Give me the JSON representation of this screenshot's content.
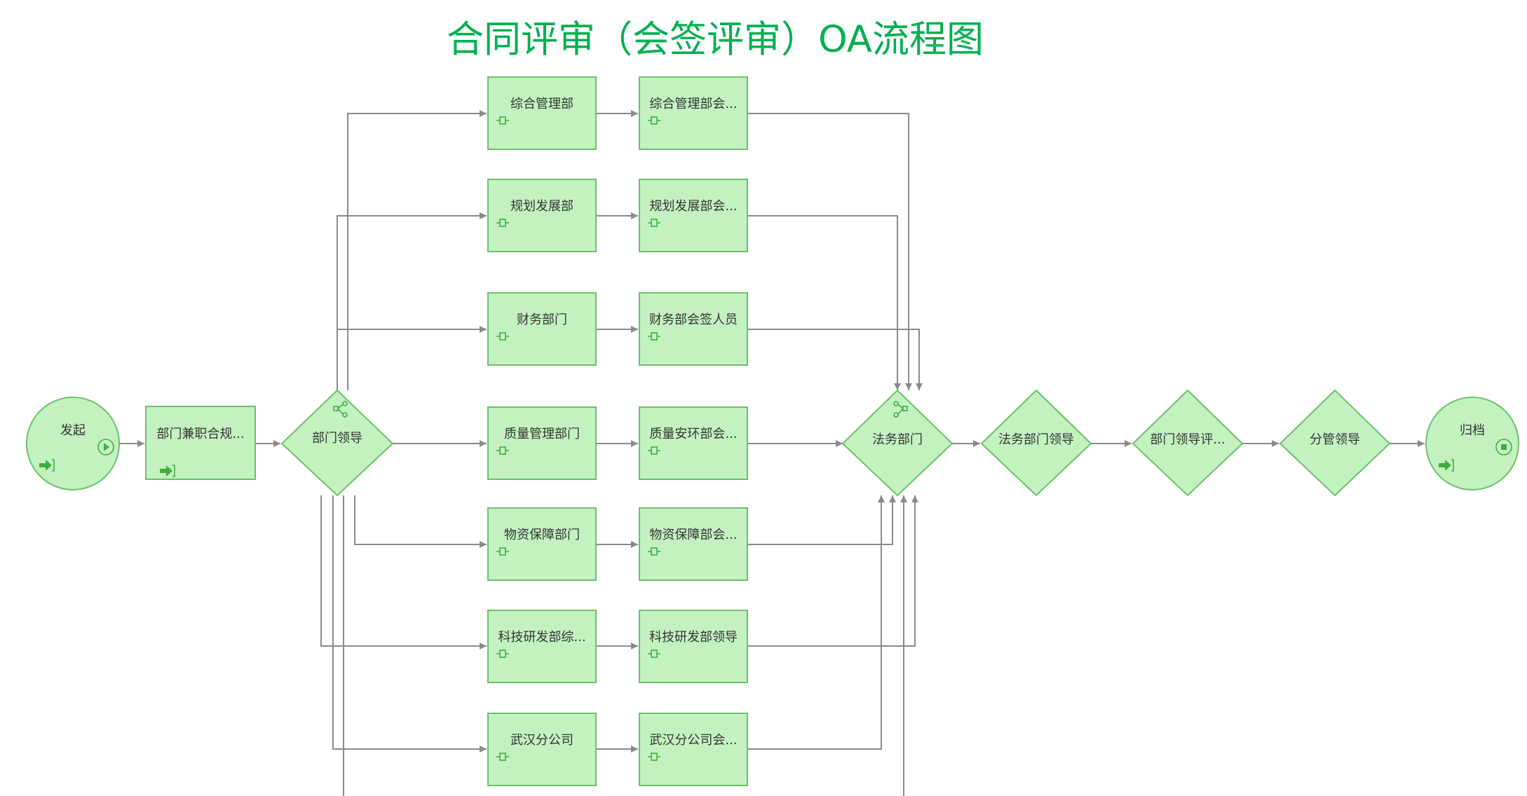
{
  "title": "合同评审（会签评审）OA流程图",
  "colors": {
    "title": "#00b050",
    "node_fill": "#c3f2c0",
    "node_stroke": "#6cc06a",
    "edge": "#8a8a8a",
    "icon": "#3fae3f"
  },
  "nodes": [
    {
      "id": "start",
      "type": "circle",
      "label": "发起",
      "icons": [
        "enter-icon",
        "play-icon"
      ]
    },
    {
      "id": "dept_combo",
      "type": "rect",
      "label": "部门兼职合规...",
      "icons": [
        "enter-icon"
      ]
    },
    {
      "id": "dept_leader",
      "type": "diamond",
      "label": "部门领导",
      "icons": [
        "branch-icon"
      ]
    },
    {
      "id": "zh_mgmt",
      "type": "rect",
      "label": "综合管理部",
      "icons": [
        "subprocess-icon"
      ]
    },
    {
      "id": "zh_mgmt_sign",
      "type": "rect",
      "label": "综合管理部会...",
      "icons": [
        "subprocess-icon"
      ]
    },
    {
      "id": "plan",
      "type": "rect",
      "label": "规划发展部",
      "icons": [
        "subprocess-icon"
      ]
    },
    {
      "id": "plan_sign",
      "type": "rect",
      "label": "规划发展部会...",
      "icons": [
        "subprocess-icon"
      ]
    },
    {
      "id": "fin",
      "type": "rect",
      "label": "财务部门",
      "icons": [
        "subprocess-icon"
      ]
    },
    {
      "id": "fin_sign",
      "type": "rect",
      "label": "财务部会签人员",
      "icons": [
        "subprocess-icon"
      ]
    },
    {
      "id": "qual",
      "type": "rect",
      "label": "质量管理部门",
      "icons": [
        "subprocess-icon"
      ]
    },
    {
      "id": "qual_sign",
      "type": "rect",
      "label": "质量安环部会...",
      "icons": [
        "subprocess-icon"
      ]
    },
    {
      "id": "mat",
      "type": "rect",
      "label": "物资保障部门",
      "icons": [
        "subprocess-icon"
      ]
    },
    {
      "id": "mat_sign",
      "type": "rect",
      "label": "物资保障部会...",
      "icons": [
        "subprocess-icon"
      ]
    },
    {
      "id": "tech",
      "type": "rect",
      "label": "科技研发部综...",
      "icons": [
        "subprocess-icon"
      ]
    },
    {
      "id": "tech_lead",
      "type": "rect",
      "label": "科技研发部领导",
      "icons": [
        "subprocess-icon"
      ]
    },
    {
      "id": "wuhan",
      "type": "rect",
      "label": "武汉分公司",
      "icons": [
        "subprocess-icon"
      ]
    },
    {
      "id": "wuhan_sign",
      "type": "rect",
      "label": "武汉分公司会...",
      "icons": [
        "subprocess-icon"
      ]
    },
    {
      "id": "legal",
      "type": "diamond",
      "label": "法务部门",
      "icons": [
        "merge-icon"
      ]
    },
    {
      "id": "legal_lead",
      "type": "diamond",
      "label": "法务部门领导",
      "icons": []
    },
    {
      "id": "dept_review",
      "type": "diamond",
      "label": "部门领导评...",
      "icons": []
    },
    {
      "id": "vp",
      "type": "diamond",
      "label": "分管领导",
      "icons": []
    },
    {
      "id": "archive",
      "type": "circle",
      "label": "归档",
      "icons": [
        "enter-icon",
        "stop-icon"
      ]
    }
  ]
}
